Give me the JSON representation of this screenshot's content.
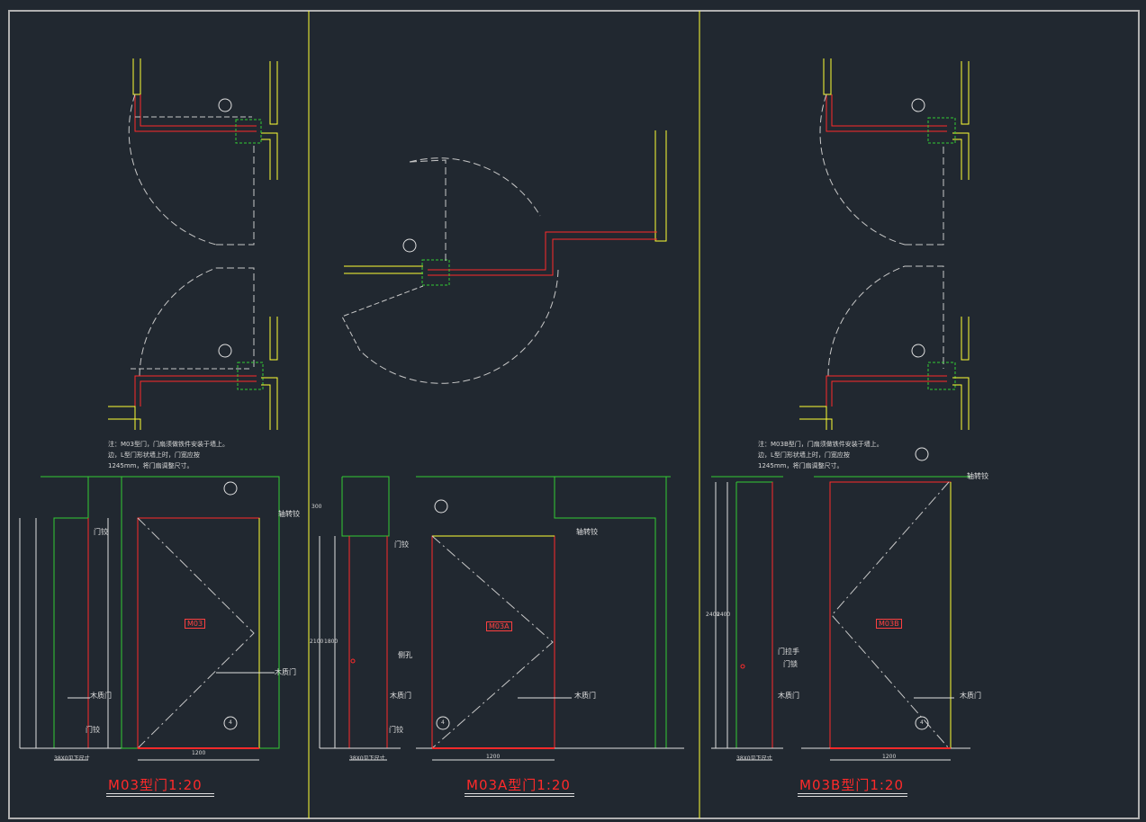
{
  "titles": [
    "M03型门1:20",
    "M03A型门1:20",
    "M03B型门1:20"
  ],
  "door_tags": [
    "M03",
    "M03A",
    "M03B"
  ],
  "notes": {
    "left": [
      "注：M03型门，门扇须做铁件安装于墙上。",
      "边，L型门形状墙上时，门宽应按",
      "1245mm，将门扇调整尺寸。"
    ],
    "right": [
      "注：M03B型门，门扇须做铁件安装于墙上。",
      "边，L型门形状墙上时，门宽应按",
      "1245mm，将门扇调整尺寸。"
    ]
  },
  "labels": {
    "hinge": "门铰",
    "hinge_axis": "轴转铰",
    "wood_door": "木质门",
    "push_handle": "门拉手",
    "door_lock": "门锁",
    "side_hole": "侧孔"
  },
  "dims": {
    "width_left": "1200",
    "width_mid": "1200",
    "width_right": "1200",
    "bottom_left": "38X0见下尺寸",
    "bottom_mid": "38X0见下尺寸",
    "bottom_right": "38X0见下尺寸",
    "h_2400": "2400",
    "h_2100": "2100",
    "h_1800": "1800",
    "h_300": "300"
  },
  "detail_symbol": "4",
  "colors": {
    "wall": "#ffff33",
    "door": "#ff2a2a",
    "frame": "#33cc33",
    "line": "#e0e0e0",
    "dash": "#c8c8c8",
    "cyan": "#40e0ff"
  }
}
